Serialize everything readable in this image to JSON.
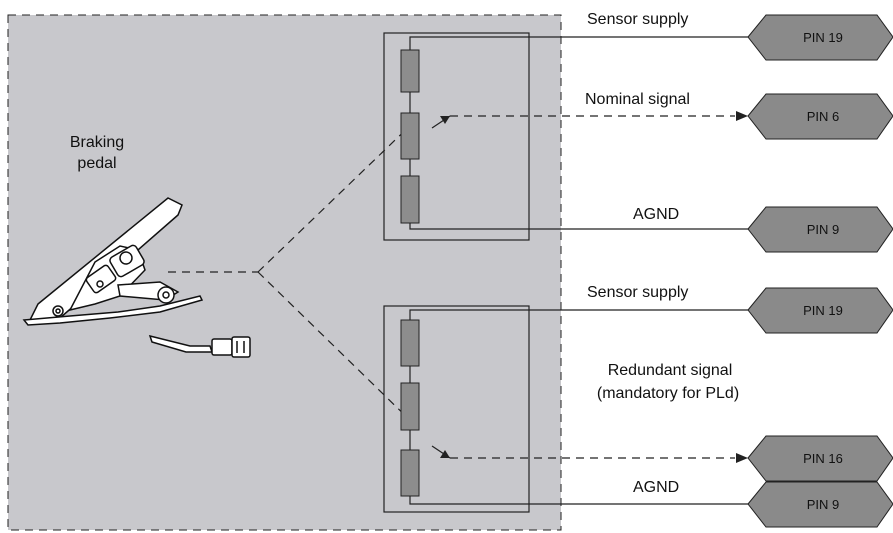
{
  "pedal": {
    "label_line1": "Braking",
    "label_line2": "pedal"
  },
  "sensor_a": {
    "supply_label": "Sensor supply",
    "signal_label": "Nominal signal",
    "gnd_label": "AGND",
    "pins": [
      "PIN 19",
      "PIN 6",
      "PIN 9"
    ]
  },
  "sensor_b": {
    "supply_label": "Sensor supply",
    "signal_label_line1": "Redundant signal",
    "signal_label_line2": "(mandatory for PLd)",
    "gnd_label": "AGND",
    "pins": [
      "PIN 19",
      "PIN 16",
      "PIN 9"
    ]
  },
  "colors": {
    "housing_fill": "#c8c8cc",
    "resistor_fill": "#8d8d8d",
    "connector_fill": "#8a8a8a",
    "line": "#222222"
  }
}
